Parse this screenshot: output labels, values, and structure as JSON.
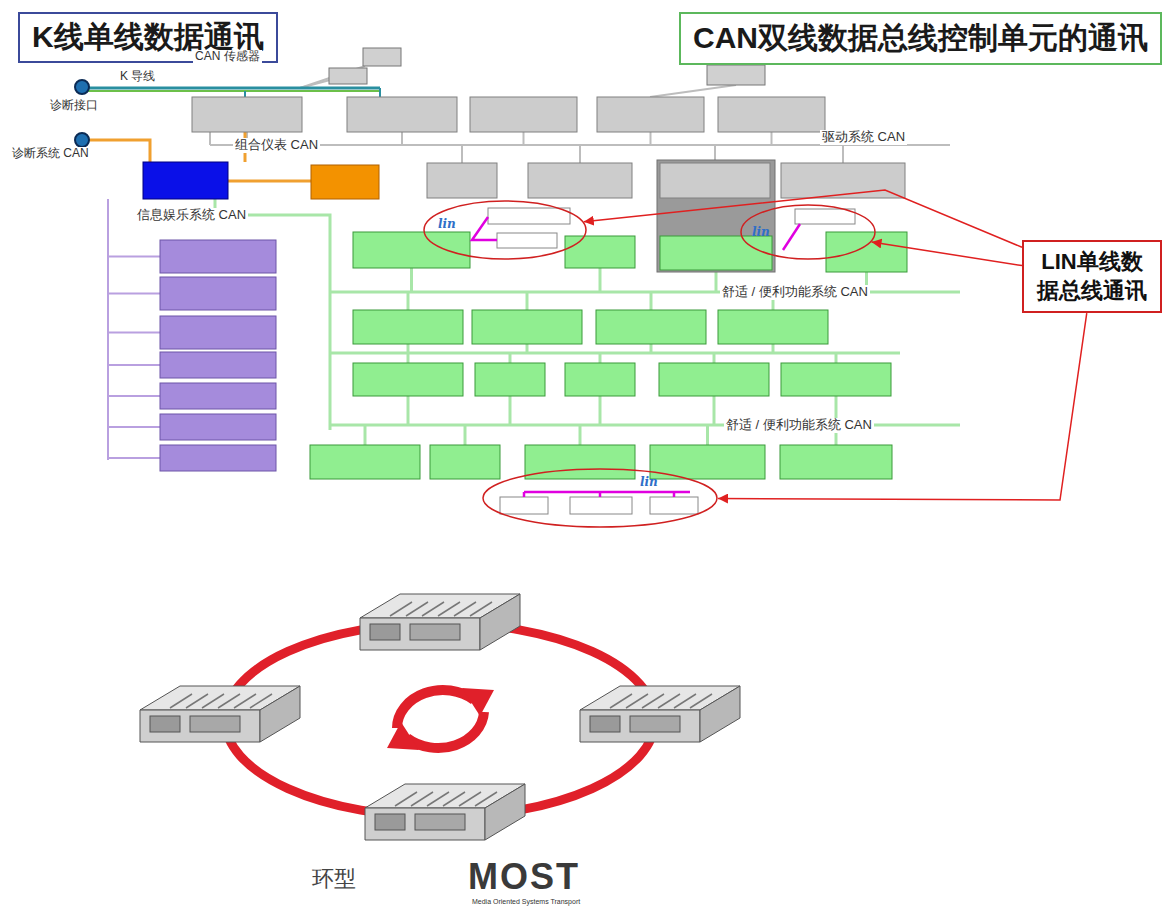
{
  "diagram": {
    "nodes": [
      {
        "text": [
          "K线单线数据通讯"
        ]
      },
      {
        "text": [
          "CAN双线数据总线控制单元的通讯"
        ]
      },
      {
        "text": [
          "LIN单线数据总线通讯"
        ]
      },
      {
        "text": [
          "lin"
        ]
      },
      {
        "text": [
          "lin"
        ]
      },
      {
        "text": [
          "lin"
        ]
      }
    ],
    "edges": [
      {
        "from": 2,
        "to": 3,
        "arrow": "to"
      },
      {
        "from": 2,
        "to": 4,
        "arrow": "to"
      },
      {
        "from": 2,
        "to": 5,
        "arrow": "to"
      }
    ],
    "labels": [
      "CAN 传感器",
      "K 导线",
      "诊断接口",
      "诊断系统 CAN",
      "组合仪表 CAN",
      "驱动系统 CAN",
      "信息娱乐系统 CAN",
      "舒适 / 便利功能系统 CAN",
      "舒适 / 便利功能系统 CAN",
      "环型",
      "MOST",
      "Media Oriented Systems Transport"
    ]
  }
}
